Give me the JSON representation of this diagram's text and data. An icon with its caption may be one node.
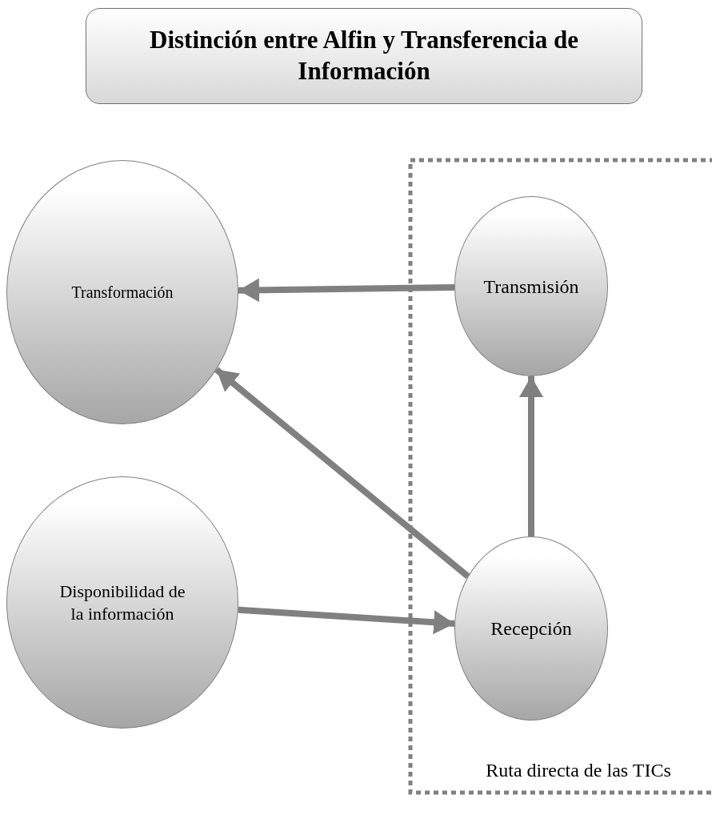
{
  "diagram": {
    "title": "Distinción entre Alfin y Transferencia de Información",
    "nodes": [
      {
        "text": [
          "Ruta directa de las TICs"
        ]
      },
      {
        "text": [
          "Transformación"
        ]
      },
      {
        "text": [
          "Transmisión"
        ],
        "in": 0
      },
      {
        "text": [
          "Disponibilidad de la información"
        ]
      },
      {
        "text": [
          "Recepción"
        ],
        "in": 0
      }
    ],
    "edges": [
      {
        "from": 2,
        "to": 1,
        "arrow": "to"
      },
      {
        "from": 4,
        "to": 1,
        "arrow": "to"
      },
      {
        "from": 3,
        "to": 4,
        "arrow": "to"
      },
      {
        "from": 4,
        "to": 2,
        "arrow": "to"
      }
    ]
  }
}
